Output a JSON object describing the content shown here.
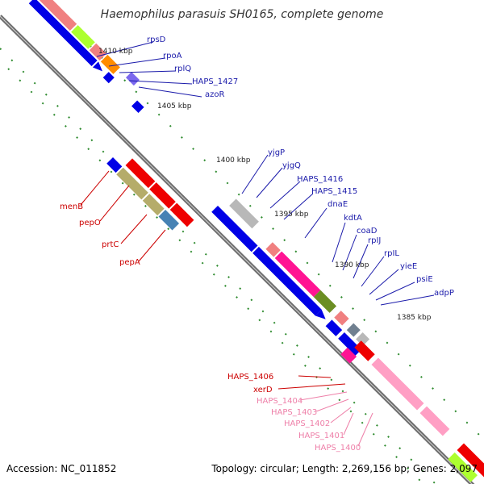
{
  "title": "Haemophilus parasuis SH0165, complete genome",
  "footer": {
    "accession": "Accession: NC_011852",
    "summary": "Topology: circular; Length: 2,269,156 bp; Genes: 2,097"
  },
  "colors": {
    "backbone": "#6e6e6e",
    "forward_blue": "#0000e6",
    "reverse_red": "#ee0000",
    "pink_rna": "#ff9fc4",
    "magenta": "#ff1493",
    "olive": "#b5ac6a",
    "steelblue": "#4682b4",
    "salmon": "#f08080",
    "lime": "#adff2f",
    "orange": "#ff8c00",
    "grey": "#b8b8b8",
    "dotted_ring": "#2e8b2e",
    "label_blue": "#1a1aaa",
    "label_red": "#cc0000",
    "label_pink": "#ee7fa8"
  },
  "scale_labels": [
    "1410 kbp",
    "1405 kbp",
    "1400 kbp",
    "1395 kbp",
    "1390 kbp",
    "1385 kbp"
  ],
  "gene_labels": {
    "upper_right": [
      "rpsD",
      "rpoA",
      "rplQ",
      "HAPS_1427",
      "azoR"
    ],
    "middle_right": [
      "yjgP",
      "yjgQ",
      "HAPS_1416",
      "HAPS_1415",
      "dnaE",
      "kdtA",
      "coaD",
      "rpIJ",
      "rpIL",
      "yieE",
      "psiE",
      "adpP"
    ],
    "left": [
      "menB",
      "pepO",
      "prtC",
      "pepA"
    ],
    "bottom_red": [
      "HAPS_1406",
      "xerD"
    ],
    "bottom_pink": [
      "HAPS_1404",
      "HAPS_1403",
      "HAPS_1402",
      "HAPS_1401",
      "HAPS_1400"
    ]
  }
}
